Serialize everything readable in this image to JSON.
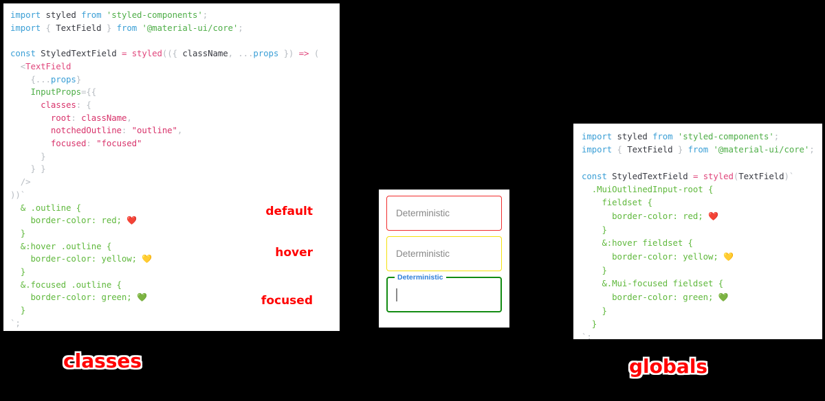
{
  "background_color": "#000000",
  "panels": {
    "classes": {
      "caption": "classes",
      "caption_color": "#ff0000",
      "background": "#ffffff",
      "code_lines": [
        [
          {
            "t": "kw",
            "v": "import"
          },
          {
            "t": "plain",
            "v": " styled "
          },
          {
            "t": "kw",
            "v": "from"
          },
          {
            "t": "plain",
            "v": " "
          },
          {
            "t": "str",
            "v": "'styled-components'"
          },
          {
            "t": "punct",
            "v": ";"
          }
        ],
        [
          {
            "t": "kw",
            "v": "import"
          },
          {
            "t": "punct",
            "v": " { "
          },
          {
            "t": "plain",
            "v": "TextField"
          },
          {
            "t": "punct",
            "v": " } "
          },
          {
            "t": "kw",
            "v": "from"
          },
          {
            "t": "plain",
            "v": " "
          },
          {
            "t": "str",
            "v": "'@material-ui/core'"
          },
          {
            "t": "punct",
            "v": ";"
          }
        ],
        [],
        [
          {
            "t": "kw",
            "v": "const"
          },
          {
            "t": "plain",
            "v": " StyledTextField "
          },
          {
            "t": "op",
            "v": "="
          },
          {
            "t": "plain",
            "v": " "
          },
          {
            "t": "fn",
            "v": "styled"
          },
          {
            "t": "punct",
            "v": "(({ "
          },
          {
            "t": "plain",
            "v": "className"
          },
          {
            "t": "punct",
            "v": ", "
          },
          {
            "t": "punct",
            "v": "..."
          },
          {
            "t": "var",
            "v": "props"
          },
          {
            "t": "punct",
            "v": " }) "
          },
          {
            "t": "op",
            "v": "=>"
          },
          {
            "t": "punct",
            "v": " ("
          }
        ],
        [
          {
            "t": "punct",
            "v": "  <"
          },
          {
            "t": "tag",
            "v": "TextField"
          }
        ],
        [
          {
            "t": "punct",
            "v": "    {..."
          },
          {
            "t": "var",
            "v": "props"
          },
          {
            "t": "punct",
            "v": "}"
          }
        ],
        [
          {
            "t": "prop",
            "v": "    InputProps"
          },
          {
            "t": "punct",
            "v": "={{"
          }
        ],
        [
          {
            "t": "key",
            "v": "      classes"
          },
          {
            "t": "punct",
            "v": ": {"
          }
        ],
        [
          {
            "t": "key",
            "v": "        root"
          },
          {
            "t": "punct",
            "v": ": "
          },
          {
            "t": "key",
            "v": "className"
          },
          {
            "t": "punct",
            "v": ","
          }
        ],
        [
          {
            "t": "key",
            "v": "        notchedOutline"
          },
          {
            "t": "punct",
            "v": ": "
          },
          {
            "t": "key",
            "v": "\"outline\""
          },
          {
            "t": "punct",
            "v": ","
          }
        ],
        [
          {
            "t": "key",
            "v": "        focused"
          },
          {
            "t": "punct",
            "v": ": "
          },
          {
            "t": "key",
            "v": "\"focused\""
          }
        ],
        [
          {
            "t": "punct",
            "v": "      }"
          }
        ],
        [
          {
            "t": "punct",
            "v": "    } }"
          }
        ],
        [
          {
            "t": "punct",
            "v": "  />"
          }
        ],
        [
          {
            "t": "punct",
            "v": "))`"
          }
        ],
        [
          {
            "t": "css",
            "v": "  & .outline {"
          }
        ],
        [
          {
            "t": "css",
            "v": "    border-color: red; "
          },
          {
            "t": "emoji",
            "v": "❤️"
          }
        ],
        [
          {
            "t": "css",
            "v": "  }"
          }
        ],
        [
          {
            "t": "css",
            "v": "  &:hover .outline {"
          }
        ],
        [
          {
            "t": "css",
            "v": "    border-color: yellow; "
          },
          {
            "t": "emoji",
            "v": "💛"
          }
        ],
        [
          {
            "t": "css",
            "v": "  }"
          }
        ],
        [
          {
            "t": "css",
            "v": "  &.focused .outline {"
          }
        ],
        [
          {
            "t": "css",
            "v": "    border-color: green; "
          },
          {
            "t": "emoji",
            "v": "💚"
          }
        ],
        [
          {
            "t": "css",
            "v": "  }"
          }
        ],
        [
          {
            "t": "punct",
            "v": "`;"
          }
        ]
      ]
    },
    "globals": {
      "caption": "globals",
      "caption_color": "#ff0000",
      "background": "#ffffff",
      "code_lines": [
        [
          {
            "t": "kw",
            "v": "import"
          },
          {
            "t": "plain",
            "v": " styled "
          },
          {
            "t": "kw",
            "v": "from"
          },
          {
            "t": "plain",
            "v": " "
          },
          {
            "t": "str",
            "v": "'styled-components'"
          },
          {
            "t": "punct",
            "v": ";"
          }
        ],
        [
          {
            "t": "kw",
            "v": "import"
          },
          {
            "t": "punct",
            "v": " { "
          },
          {
            "t": "plain",
            "v": "TextField"
          },
          {
            "t": "punct",
            "v": " } "
          },
          {
            "t": "kw",
            "v": "from"
          },
          {
            "t": "plain",
            "v": " "
          },
          {
            "t": "str",
            "v": "'@material-ui/core'"
          },
          {
            "t": "punct",
            "v": ";"
          }
        ],
        [],
        [
          {
            "t": "kw",
            "v": "const"
          },
          {
            "t": "plain",
            "v": " StyledTextField "
          },
          {
            "t": "op",
            "v": "="
          },
          {
            "t": "plain",
            "v": " "
          },
          {
            "t": "fn",
            "v": "styled"
          },
          {
            "t": "punct",
            "v": "("
          },
          {
            "t": "plain",
            "v": "TextField"
          },
          {
            "t": "punct",
            "v": ")`"
          }
        ],
        [
          {
            "t": "css",
            "v": "  .MuiOutlinedInput-root {"
          }
        ],
        [
          {
            "t": "css",
            "v": "    fieldset {"
          }
        ],
        [
          {
            "t": "css",
            "v": "      border-color: red; "
          },
          {
            "t": "emoji",
            "v": "❤️"
          }
        ],
        [
          {
            "t": "css",
            "v": "    }"
          }
        ],
        [
          {
            "t": "css",
            "v": "    &:hover fieldset {"
          }
        ],
        [
          {
            "t": "css",
            "v": "      border-color: yellow; "
          },
          {
            "t": "emoji",
            "v": "💛"
          }
        ],
        [
          {
            "t": "css",
            "v": "    }"
          }
        ],
        [
          {
            "t": "css",
            "v": "    &.Mui-focused fieldset {"
          }
        ],
        [
          {
            "t": "css",
            "v": "      border-color: green; "
          },
          {
            "t": "emoji",
            "v": "💚"
          }
        ],
        [
          {
            "t": "css",
            "v": "    }"
          }
        ],
        [
          {
            "t": "css",
            "v": "  }"
          }
        ],
        [
          {
            "t": "punct",
            "v": "`;"
          }
        ]
      ]
    }
  },
  "demo": {
    "fields": [
      {
        "state_label": "default",
        "value": "Deterministic",
        "border_color": "#f02b2b",
        "has_notch_label": false
      },
      {
        "state_label": "hover",
        "value": "Deterministic",
        "border_color": "#f5e10a",
        "has_notch_label": false
      },
      {
        "state_label": "focused",
        "value": "",
        "notch_label": "Deterministic",
        "notch_label_color": "#2f7fd8",
        "border_color": "#118b11",
        "has_notch_label": true
      }
    ]
  }
}
